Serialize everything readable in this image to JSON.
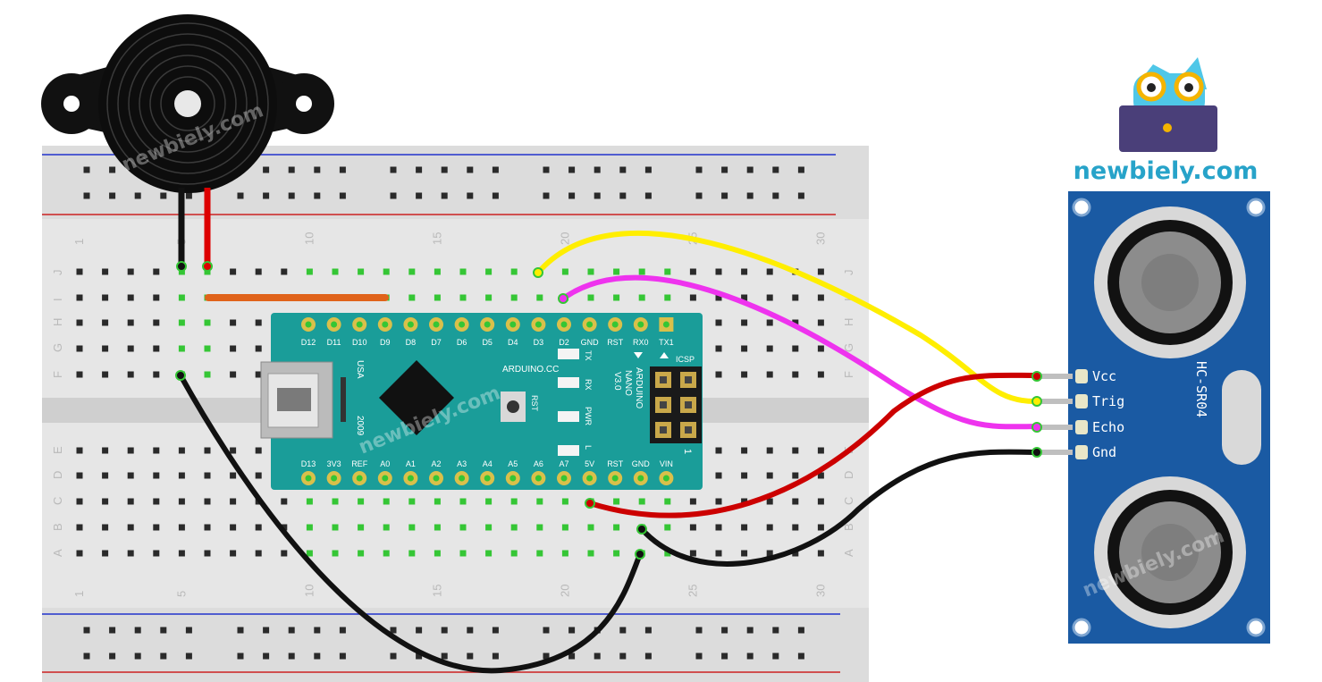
{
  "logo": {
    "text": "newbiely.com"
  },
  "watermarks": [
    "newbiely.com",
    "newbiely.com",
    "newbiely.com"
  ],
  "breadboard": {
    "col_numbers": [
      "1",
      "5",
      "10",
      "15",
      "20",
      "25",
      "30"
    ],
    "row_letters_top": [
      "J",
      "I",
      "H",
      "G",
      "F"
    ],
    "row_letters_bottom": [
      "E",
      "D",
      "C",
      "B",
      "A"
    ]
  },
  "nano": {
    "top_pins": [
      "D12",
      "D11",
      "D10",
      "D9",
      "D8",
      "D7",
      "D6",
      "D5",
      "D4",
      "D3",
      "D2",
      "GND",
      "RST",
      "RX0",
      "TX1"
    ],
    "bottom_pins": [
      "D13",
      "3V3",
      "REF",
      "A0",
      "A1",
      "A2",
      "A3",
      "A4",
      "A5",
      "A6",
      "A7",
      "5V",
      "RST",
      "GND",
      "VIN"
    ],
    "brand": "ARDUINO.CC",
    "usa": "USA",
    "year": "2009",
    "rst": "RST",
    "led_labels": [
      "TX",
      "RX",
      "PWR",
      "L"
    ],
    "model_lines": [
      "ARDUINO",
      "NANO",
      "V3.0"
    ],
    "icsp": "ICSP",
    "icsp_pin1": "1"
  },
  "sensor": {
    "name": "HC-SR04",
    "pins": [
      "Vcc",
      "Trig",
      "Echo",
      "Gnd"
    ]
  },
  "colors": {
    "wire_yellow": "#ffee00",
    "wire_magenta": "#ee33ee",
    "wire_red": "#cc0000",
    "wire_black": "#111111",
    "wire_orange": "#e0631a",
    "nano_board": "#1a9d99",
    "sensor_board": "#1a5aa3"
  }
}
